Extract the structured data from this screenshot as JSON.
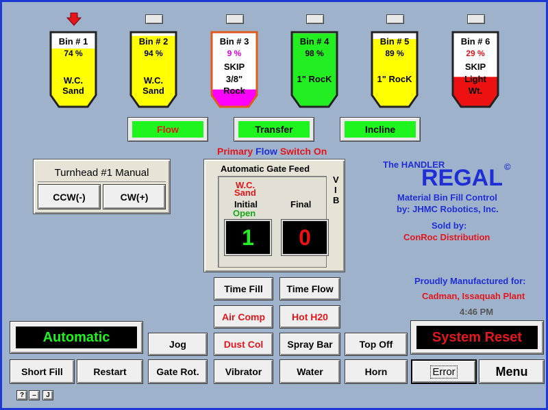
{
  "bins": [
    {
      "label": "Bin # 1",
      "pct": "74 %",
      "pct_color": "#000000",
      "lines": [
        "W.C.",
        "Sand"
      ],
      "fill": "#ffff00",
      "fill_level": 0.74,
      "outline": "#222222",
      "marker": "arrow"
    },
    {
      "label": "Bin # 2",
      "pct": "94 %",
      "pct_color": "#000000",
      "lines": [
        "W.C.",
        "Sand"
      ],
      "fill": "#ffff00",
      "fill_level": 0.94,
      "outline": "#222222",
      "marker": "box"
    },
    {
      "label": "Bin # 3",
      "pct": "9 %",
      "pct_color": "#e000e0",
      "lines": [
        "SKIP",
        "3/8\"",
        "Rock"
      ],
      "fill": "#ff00ff",
      "fill_level": 0.09,
      "outline": "#e05a1a",
      "marker": "box"
    },
    {
      "label": "Bin # 4",
      "pct": "98 %",
      "pct_color": "#000000",
      "lines": [
        "1\" RocK"
      ],
      "fill": "#22ee22",
      "fill_level": 0.98,
      "outline": "#222222",
      "marker": "box"
    },
    {
      "label": "Bin # 5",
      "pct": "89 %",
      "pct_color": "#000000",
      "lines": [
        "1\" RocK"
      ],
      "fill": "#ffff00",
      "fill_level": 0.89,
      "outline": "#222222",
      "marker": "box"
    },
    {
      "label": "Bin # 6",
      "pct": "29 %",
      "pct_color": "#e3161c",
      "lines": [
        "SKIP",
        "Light",
        "Wt."
      ],
      "fill": "#ee1111",
      "fill_level": 0.29,
      "outline": "#222222",
      "marker": "box"
    }
  ],
  "flow_buttons": {
    "flow": "Flow",
    "transfer": "Transfer",
    "incline": "Incline"
  },
  "status": {
    "part1": "Primary ",
    "part2": "Flow",
    "part3": " Switch On"
  },
  "turnhead": {
    "title": "Turnhead #1 Manual",
    "ccw": "CCW(-)",
    "cw": "CW(+)"
  },
  "gate_feed": {
    "title": "Automatic Gate Feed",
    "material": "W.C.",
    "material2": "Sand",
    "initial_label": "Initial",
    "initial_state": "Open",
    "final_label": "Final",
    "initial_value": "1",
    "final_value": "0",
    "vib": [
      "V",
      "I",
      "B"
    ]
  },
  "branding": {
    "handler": "The HANDLER",
    "regal": "REGAL",
    "copyright": "©",
    "line1": "Material Bin Fill Control",
    "line2": "by:  JHMC Robotics, Inc.",
    "sold_by": "Sold by:",
    "distributor": "ConRoc Distribution",
    "proudly": "Proudly Manufactured for:",
    "plant": "Cadman, Issaquah Plant",
    "time": "4:46 PM"
  },
  "buttons": {
    "time_fill": "Time Fill",
    "time_flow": "Time Flow",
    "air_comp": "Air Comp",
    "hot_h20": "Hot H20",
    "jog": "Jog",
    "dust_col": "Dust Col",
    "spray_bar": "Spray Bar",
    "top_off": "Top Off",
    "short_fill": "Short Fill",
    "restart": "Restart",
    "gate_rot": "Gate Rot.",
    "vibrator": "Vibrator",
    "water": "Water",
    "horn": "Horn",
    "error": "Error",
    "menu": "Menu",
    "automatic": "Automatic",
    "system_reset": "System Reset",
    "help": "?",
    "minimize": "–",
    "j": "J"
  },
  "colors": {
    "background": "#9fb2cb",
    "frame": "#1f39d6",
    "green": "#1ef51e",
    "red": "#e3161c",
    "blue": "#1f2fd6"
  }
}
